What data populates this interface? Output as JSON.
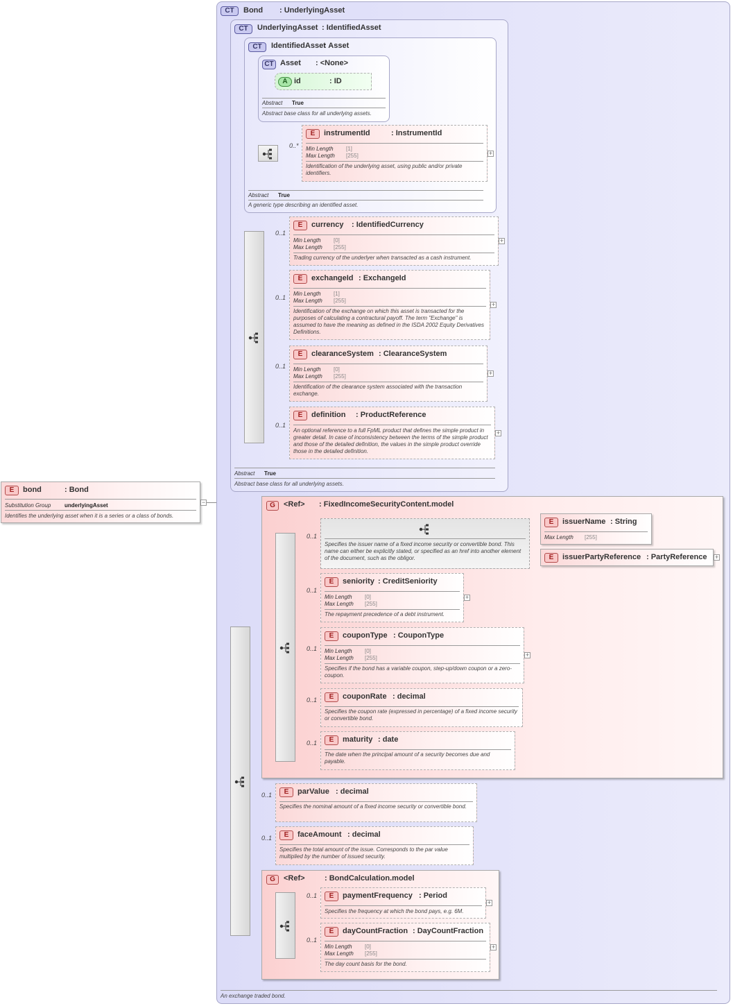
{
  "badges": {
    "element": "E",
    "group": "G",
    "complex_type": "CT",
    "attribute": "A"
  },
  "labels": {
    "min_length": "Min Length",
    "max_length": "Max Length",
    "abstract": "Abstract",
    "substitution_group": "Substitution Group"
  },
  "bond_element": {
    "name": "bond",
    "type": ": Bond",
    "substitution_group_value": "underlyingAsset",
    "doc": "Identifies the underlying asset when it is a series or a class of bonds."
  },
  "ct_bond": {
    "name": "Bond",
    "base": ": UnderlyingAsset",
    "doc": "An exchange traded bond."
  },
  "ct_underlying": {
    "name": "UnderlyingAsset",
    "base": ": IdentifiedAsset",
    "abstract_value": "True",
    "doc": "Abstract base class for all underlying assets."
  },
  "ct_identified": {
    "name": "IdentifiedAsset",
    "base": ": Asset",
    "abstract_value": "True",
    "doc": "A generic type describing an identified asset."
  },
  "ct_asset": {
    "name": "Asset",
    "base": ": <None>",
    "abstract_value": "True",
    "doc": "Abstract base class for all underlying assets."
  },
  "attr_id": {
    "name": "id",
    "type": ": ID"
  },
  "instrumentId": {
    "name": "instrumentId",
    "type": ": InstrumentId",
    "mult": "0..*",
    "min": "[1]",
    "max": "[255]",
    "doc": "Identification of the underlying asset, using public and/or private identifiers."
  },
  "currency": {
    "name": "currency",
    "type": ": IdentifiedCurrency",
    "mult": "0..1",
    "min": "[0]",
    "max": "[255]",
    "doc": "Trading currency of the underlyer when transacted as a cash instrument."
  },
  "exchangeId": {
    "name": "exchangeId",
    "type": ": ExchangeId",
    "mult": "0..1",
    "min": "[1]",
    "max": "[255]",
    "doc": "Identification of the exchange on which this asset is transacted for the purposes of calculating a contractural payoff. The term \"Exchange\" is assumed to have the meaning as defined in the ISDA 2002 Equity Derivatives Definitions."
  },
  "clearanceSystem": {
    "name": "clearanceSystem",
    "type": ": ClearanceSystem",
    "mult": "0..1",
    "min": "[0]",
    "max": "[255]",
    "doc": "Identification of the clearance system associated with the transaction exchange."
  },
  "definition": {
    "name": "definition",
    "type": ": ProductReference",
    "mult": "0..1",
    "doc": "An optional reference to a full FpML product that defines the simple product in greater detail. In case of inconsistency between the terms of the simple product and those of the detailed definition, the values in the simple product override those in the detailed definition."
  },
  "group_fixed": {
    "ref": "<Ref>",
    "name": ": FixedIncomeSecurityContent.model"
  },
  "issuer_choice": {
    "mult": "0..1",
    "doc": "Specifies the issuer name of a fixed income security or convertible bond. This name can either be explicitly stated, or specified as an href into another element of the document, such as the obligor."
  },
  "issuerName": {
    "name": "issuerName",
    "type": ": String",
    "max": "[255]"
  },
  "issuerPartyReference": {
    "name": "issuerPartyReference",
    "type": ": PartyReference"
  },
  "seniority": {
    "name": "seniority",
    "type": ": CreditSeniority",
    "mult": "0..1",
    "min": "[0]",
    "max": "[255]",
    "doc": "The repayment precedence of a debt instrument."
  },
  "couponType": {
    "name": "couponType",
    "type": ": CouponType",
    "mult": "0..1",
    "min": "[0]",
    "max": "[255]",
    "doc": "Specifies if the bond has a variable coupon, step-up/down coupon or a zero-coupon."
  },
  "couponRate": {
    "name": "couponRate",
    "type": ": decimal",
    "mult": "0..1",
    "doc": "Specifies the coupon rate (expressed in percentage) of a fixed income security or convertible bond."
  },
  "maturity": {
    "name": "maturity",
    "type": ": date",
    "mult": "0..1",
    "doc": "The date when the principal amount of a security becomes due and payable."
  },
  "parValue": {
    "name": "parValue",
    "type": ": decimal",
    "mult": "0..1",
    "doc": "Specifies the nominal amount of a fixed income security or convertible bond."
  },
  "faceAmount": {
    "name": "faceAmount",
    "type": ": decimal",
    "mult": "0..1",
    "doc": "Specifies the total amount of the issue. Corresponds to the par value multiplied by the number of issued security."
  },
  "group_bondcalc": {
    "ref": "<Ref>",
    "name": ": BondCalculation.model"
  },
  "paymentFrequency": {
    "name": "paymentFrequency",
    "type": ": Period",
    "mult": "0..1",
    "doc": "Specifies the frequency at which the bond pays, e.g. 6M."
  },
  "dayCountFraction": {
    "name": "dayCountFraction",
    "type": ": DayCountFraction",
    "mult": "0..1",
    "min": "[0]",
    "max": "[255]",
    "doc": "The day count basis for the bond."
  }
}
